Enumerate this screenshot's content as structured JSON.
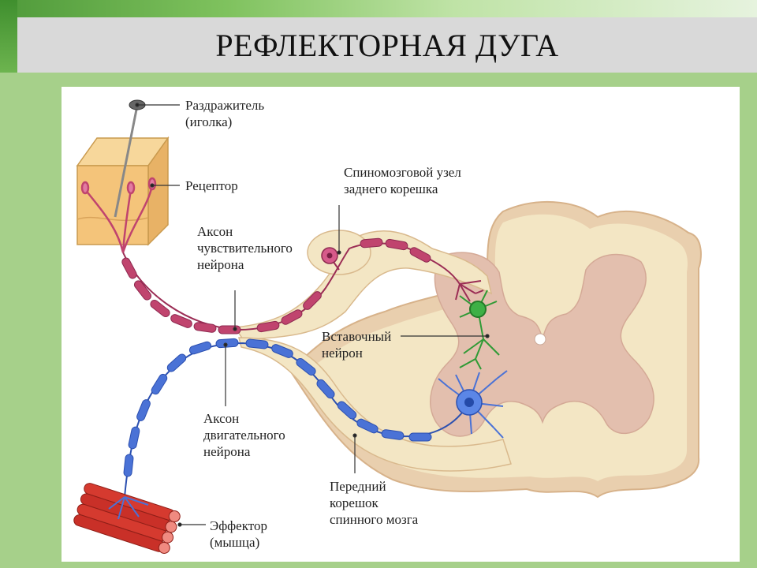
{
  "title": "РЕФЛЕКТОРНАЯ ДУГА",
  "labels": {
    "stimulus_line1": "Раздражитель",
    "stimulus_line2": "(иголка)",
    "receptor": "Рецептор",
    "ganglion_line1": "Спиномозговой узел",
    "ganglion_line2": "заднего корешка",
    "sensory_axon_line1": "Аксон",
    "sensory_axon_line2": "чувствительного",
    "sensory_axon_line3": "нейрона",
    "interneuron_line1": "Вставочный",
    "interneuron_line2": "нейрон",
    "motor_axon_line1": "Аксон",
    "motor_axon_line2": "двигательного",
    "motor_axon_line3": "нейрона",
    "root_line1": "Передний",
    "root_line2": "корешок",
    "root_line3": "спинного мозга",
    "effector_line1": "Эффектор",
    "effector_line2": "(мышца)"
  },
  "colors": {
    "sensory": "#c0446e",
    "interneuron": "#2f9a35",
    "motor": "#4a72d6",
    "gray_matter": "#e3bfae",
    "white_matter": "#f3e6c4",
    "skin": "#f4c47a",
    "muscle": "#d53a2f"
  }
}
